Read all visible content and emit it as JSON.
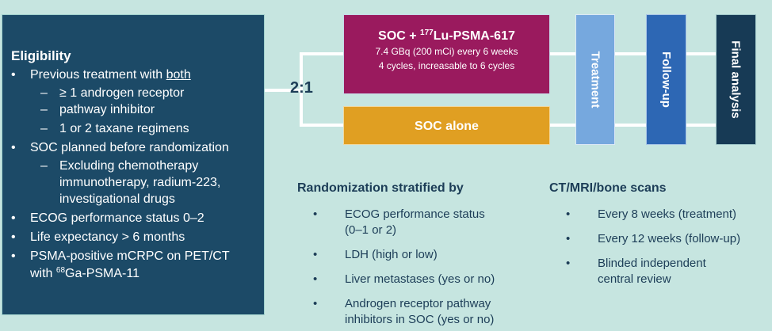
{
  "eligibility": {
    "title": "Eligibility",
    "prev_treatment_prefix": "Previous treatment with ",
    "prev_treatment_emph": "both",
    "ar_inhibitor_line1": "≥ 1 androgen receptor",
    "ar_inhibitor_line2": "pathway inhibitor",
    "taxane": "1 or 2 taxane regimens",
    "soc_planned": "SOC planned before randomization",
    "excluding_line1": "Excluding chemotherapy",
    "excluding_line2": "immunotherapy, radium-223,",
    "excluding_line3": "investigational drugs",
    "ecog": "ECOG performance status 0–2",
    "life_expectancy": "Life expectancy > 6 months",
    "psma_line1": "PSMA-positive mCRPC on PET/CT",
    "psma_line2_prefix": "with ",
    "psma_line2_sup": "68",
    "psma_line2_suffix": "Ga-PSMA-11"
  },
  "randomization_ratio": "2:1",
  "arm_experimental": {
    "title_prefix": "SOC + ",
    "title_sup": "177",
    "title_suffix": "Lu-PSMA-617",
    "dose": "7.4 GBq (200 mCi) every 6 weeks",
    "cycles": "4 cycles, increasable to 6 cycles"
  },
  "arm_control": {
    "title": "SOC alone"
  },
  "phases": {
    "treatment": "Treatment",
    "follow_up": "Follow-up",
    "final_analysis": "Final analysis"
  },
  "stratification": {
    "title": "Randomization stratified by",
    "bullet": "•",
    "items": [
      {
        "line1": "ECOG performance status",
        "line2": "(0–1 or 2)"
      },
      {
        "line1": "LDH (high or low)",
        "line2": ""
      },
      {
        "line1": "Liver metastases (yes or no)",
        "line2": ""
      },
      {
        "line1": "Androgen receptor pathway",
        "line2": "inhibitors in SOC (yes or no)"
      }
    ]
  },
  "imaging": {
    "title": "CT/MRI/bone scans",
    "bullet": "•",
    "items": [
      {
        "line1": "Every 8 weeks (treatment)",
        "line2": ""
      },
      {
        "line1": "Every 12 weeks (follow-up)",
        "line2": ""
      },
      {
        "line1": "Blinded independent",
        "line2": "central review"
      }
    ]
  },
  "colors": {
    "background": "#c6e5e0",
    "eligibility_panel": "#1c4a67",
    "experimental_arm": "#9a1a5e",
    "control_arm": "#e09f22",
    "treatment_phase": "#76a8de",
    "follow_up_phase": "#2d67b4",
    "final_analysis_phase": "#173a55",
    "heading_text": "#1c3d57"
  }
}
